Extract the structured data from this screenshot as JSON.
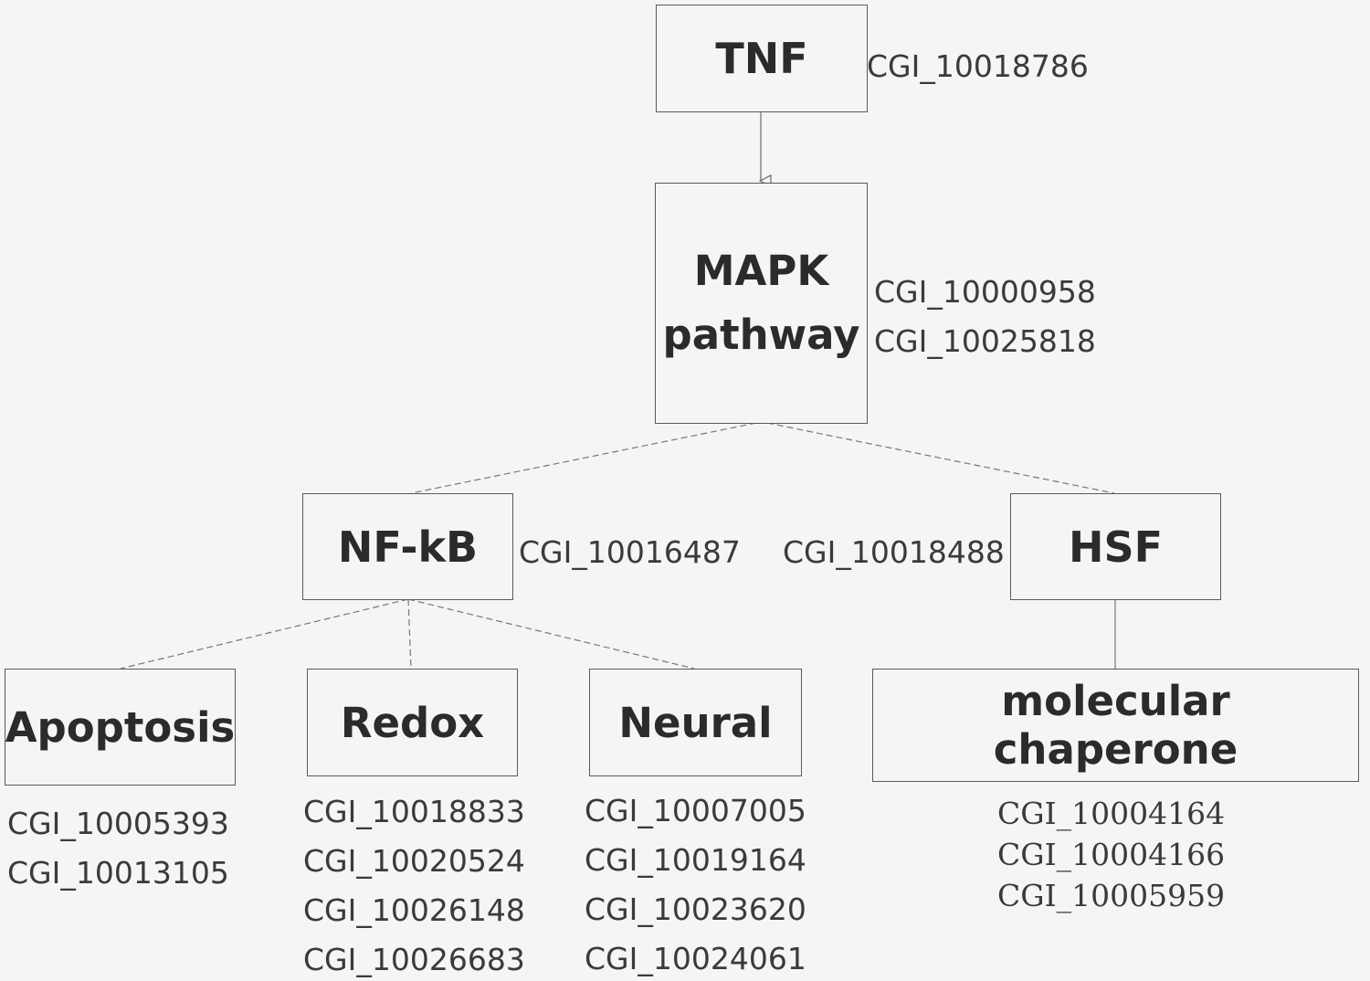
{
  "nodes": {
    "tnf": "TNF",
    "mapk_line1": "MAPK",
    "mapk_line2": "pathway",
    "nfkb": "NF-kB",
    "hsf": "HSF",
    "apoptosis": "Apoptosis",
    "redox": "Redox",
    "neural": "Neural",
    "chaperone": "molecular chaperone"
  },
  "ids": {
    "tnf": [
      "CGI_10018786"
    ],
    "mapk": [
      "CGI_10000958",
      "CGI_10025818"
    ],
    "nfkb": [
      "CGI_10016487"
    ],
    "hsf": [
      "CGI_10018488"
    ],
    "apoptosis": [
      "CGI_10005393",
      "CGI_10013105"
    ],
    "redox": [
      "CGI_10018833",
      "CGI_10020524",
      "CGI_10026148",
      "CGI_10026683"
    ],
    "neural": [
      "CGI_10007005",
      "CGI_10019164",
      "CGI_10023620",
      "CGI_10024061"
    ],
    "chaperone": [
      "CGI_10004164",
      "CGI_10004166",
      "CGI_10005959"
    ]
  },
  "colors": {
    "background": "#f5f5f5",
    "border": "#5a5a5a",
    "text": "#2b2b2b"
  }
}
